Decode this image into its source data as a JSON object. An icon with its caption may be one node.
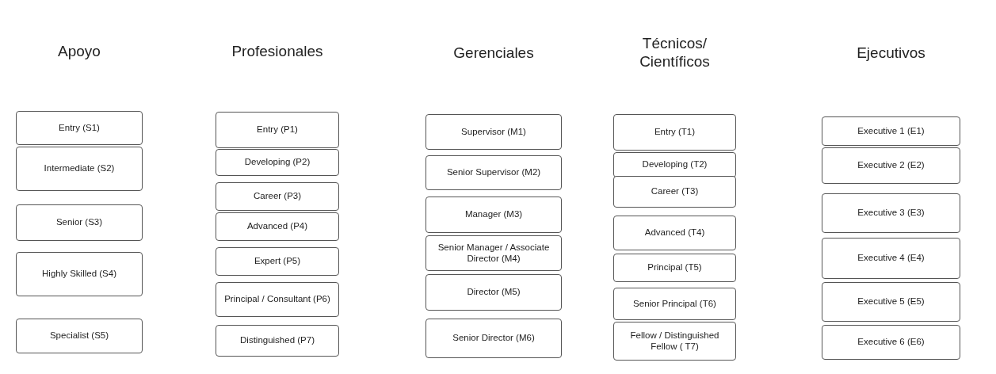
{
  "diagram": {
    "nodes": [
      {
        "text": [
          "Entry (S1)"
        ]
      },
      {
        "text": [
          "Intermediate (S2)"
        ]
      },
      {
        "text": [
          "Senior (S3)"
        ]
      },
      {
        "text": [
          "Highly Skilled (S4)"
        ]
      },
      {
        "text": [
          "Specialist (S5)"
        ]
      },
      {
        "text": [
          "Entry (P1)"
        ]
      },
      {
        "text": [
          "Developing (P2)"
        ]
      },
      {
        "text": [
          "Career (P3)"
        ]
      },
      {
        "text": [
          "Advanced (P4)"
        ]
      },
      {
        "text": [
          "Expert (P5)"
        ]
      },
      {
        "text": [
          "Principal / Consultant (P6)"
        ]
      },
      {
        "text": [
          "Distinguished (P7)"
        ]
      },
      {
        "text": [
          "Supervisor (M1)"
        ]
      },
      {
        "text": [
          "Senior Supervisor (M2)"
        ]
      },
      {
        "text": [
          "Manager (M3)"
        ]
      },
      {
        "text": [
          "Senior Manager / Associate Director (M4)"
        ]
      },
      {
        "text": [
          "Director (M5)"
        ]
      },
      {
        "text": [
          "Senior Director (M6)"
        ]
      },
      {
        "text": [
          "Entry (T1)"
        ]
      },
      {
        "text": [
          "Developing (T2)"
        ]
      },
      {
        "text": [
          "Career (T3)"
        ]
      },
      {
        "text": [
          "Advanced (T4)"
        ]
      },
      {
        "text": [
          "Principal (T5)"
        ]
      },
      {
        "text": [
          "Senior Principal (T6)"
        ]
      },
      {
        "text": [
          "Fellow / Distinguished Fellow ( T7)"
        ]
      },
      {
        "text": [
          "Executive 1 (E1)"
        ]
      },
      {
        "text": [
          "Executive 2 (E2)"
        ]
      },
      {
        "text": [
          "Executive 3 (E3)"
        ]
      },
      {
        "text": [
          "Executive 4 (E4)"
        ]
      },
      {
        "text": [
          "Executive 5 (E5)"
        ]
      },
      {
        "text": [
          "Executive 6 (E6)"
        ]
      }
    ],
    "labels": [
      "Apoyo",
      "Profesionales",
      "Gerenciales",
      "Técnicos/ Científicos",
      "Ejecutivos"
    ]
  }
}
